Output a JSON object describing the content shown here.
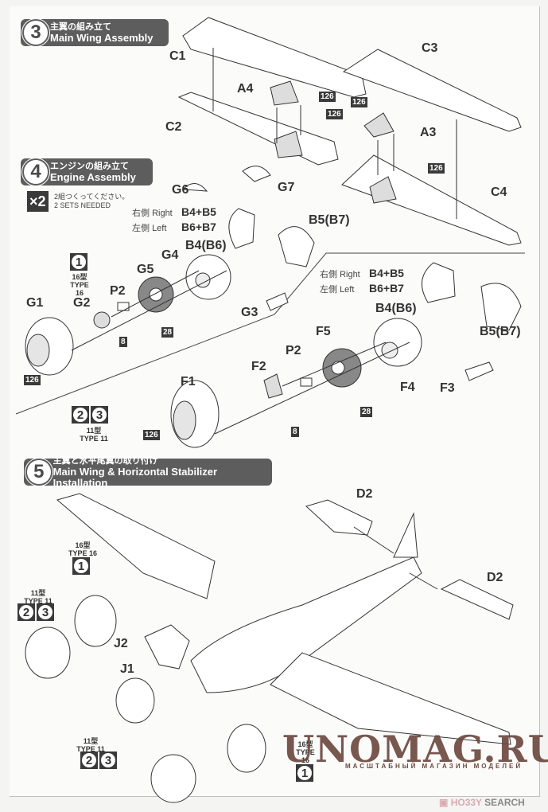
{
  "steps": [
    {
      "number": "3",
      "title_jp": "主翼の組み立て",
      "title_en": "Main Wing Assembly"
    },
    {
      "number": "4",
      "title_jp": "エンジンの組み立て",
      "title_en": "Engine Assembly"
    },
    {
      "number": "5",
      "title_jp": "主翼と水平尾翼の取り付け",
      "title_en": "Main Wing & Horizontal Stabilizer Installation"
    }
  ],
  "sets_needed": {
    "multiplier": "×2",
    "note_jp": "2組つくってください。",
    "note_en": "2 SETS NEEDED"
  },
  "side_table": {
    "right_jp": "右側",
    "right_en": "Right",
    "right_parts": "B4+B5",
    "left_jp": "左側",
    "left_en": "Left",
    "left_parts": "B6+B7"
  },
  "types": {
    "type16": {
      "icon": "1",
      "jp": "16型",
      "en": "TYPE 16"
    },
    "type11": {
      "icons": [
        "2",
        "3"
      ],
      "jp": "11型",
      "en": "TYPE 11"
    }
  },
  "part_labels": {
    "c1": "C1",
    "c2": "C2",
    "c3": "C3",
    "c4": "C4",
    "a3": "A3",
    "a4": "A4",
    "g1": "G1",
    "g2": "G2",
    "g3": "G3",
    "g4": "G4",
    "g5": "G5",
    "g6": "G6",
    "g7": "G7",
    "b4b6": "B4(B6)",
    "b5b7": "B5(B7)",
    "p2": "P2",
    "f1": "F1",
    "f2": "F2",
    "f3": "F3",
    "f4": "F4",
    "f5": "F5",
    "d2": "D2",
    "j1": "J1",
    "j2": "J2"
  },
  "paint_codes": {
    "c126": "126",
    "c28": "28",
    "c8": "8"
  },
  "watermark": {
    "main": "UNOMAG.RU",
    "sub": "МАСШТАБНЫЙ МАГАЗИН МОДЕЛЕЙ"
  },
  "credit": {
    "icon": "hobby-search-logo",
    "brand1": "HO33Y",
    "brand2": "SEARCH"
  }
}
